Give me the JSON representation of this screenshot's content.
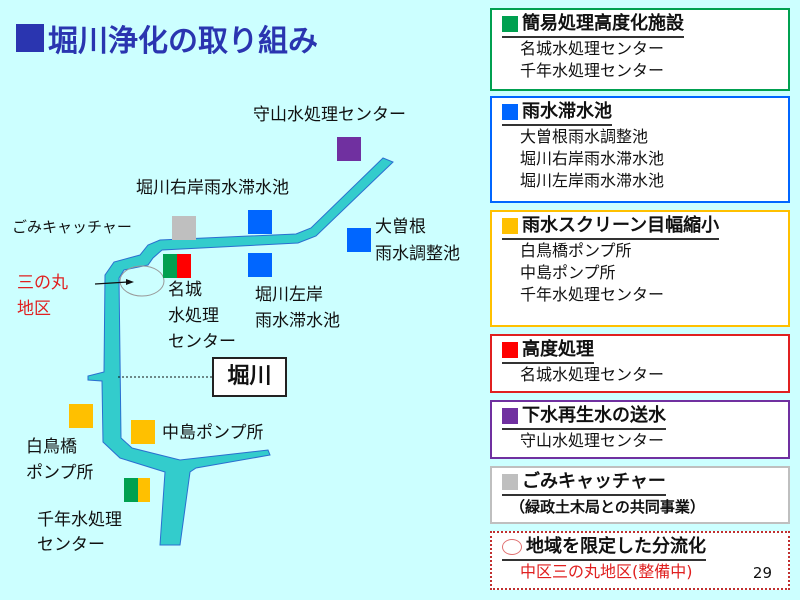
{
  "title": "堀川浄化の取り組み",
  "map": {
    "labels": {
      "moriyama": "守山水処理センター",
      "horikawa_right": "堀川右岸雨水滞水池",
      "gomi": "ごみキャッチャー",
      "ozone_1": "大曽根",
      "ozone_2": "雨水調整池",
      "sannomaru_1": "三の丸",
      "sannomaru_2": "地区",
      "meijo_1": "名城",
      "meijo_2": "水処理",
      "meijo_3": "センター",
      "horikawa_left_1": "堀川左岸",
      "horikawa_left_2": "雨水滞水池",
      "river": "堀川",
      "nakajima": "中島ポンプ所",
      "shiratori_1": "白鳥橋",
      "shiratori_2": "ポンプ所",
      "sennen_1": "千年水処理",
      "sennen_2": "センター"
    }
  },
  "colors": {
    "green": "#00a050",
    "blue": "#0066ff",
    "yellow": "#ffc000",
    "red": "#ff0000",
    "purple": "#7030a0",
    "gray": "#bfbfbf",
    "river": "#33cccc"
  },
  "legend": [
    {
      "title": "簡易処理高度化施設",
      "items": [
        "名城水処理センター",
        "千年水処理センター"
      ]
    },
    {
      "title": "雨水滞水池",
      "items": [
        "大曽根雨水調整池",
        "堀川右岸雨水滞水池",
        "堀川左岸雨水滞水池"
      ]
    },
    {
      "title": "雨水スクリーン目幅縮小",
      "items": [
        "白鳥橋ポンプ所",
        "中島ポンプ所",
        "千年水処理センター"
      ]
    },
    {
      "title": "高度処理",
      "items": [
        "名城水処理センター"
      ]
    },
    {
      "title": "下水再生水の送水",
      "items": [
        "守山水処理センター"
      ]
    },
    {
      "title": "ごみキャッチャー",
      "items": [
        "（緑政土木局との共同事業）"
      ]
    },
    {
      "title": "地域を限定した分流化",
      "items": [
        "中区三の丸地区(整備中)"
      ]
    }
  ],
  "page_number": "29"
}
